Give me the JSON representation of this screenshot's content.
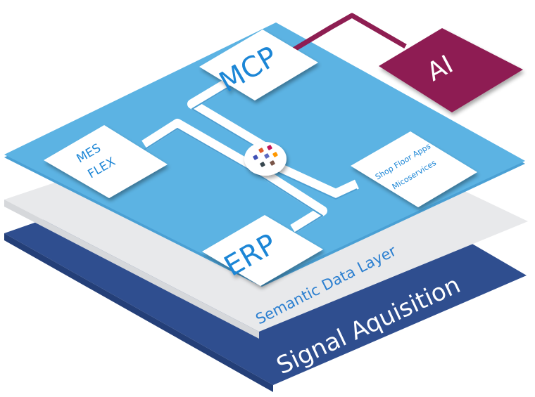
{
  "layers": {
    "signal": {
      "label": "Signal Aquisition",
      "color": "#2f4e8f"
    },
    "semantic": {
      "label": "Semantic Data Layer",
      "color": "#e8e9eb"
    },
    "apps": {
      "color": "#5cb3e3"
    }
  },
  "nodes": {
    "mcp": {
      "label": "MCP"
    },
    "mes": {
      "line1": "MES",
      "line2": "FLEX"
    },
    "erp": {
      "label": "ERP"
    },
    "shopfloor": {
      "line1": "Shop Floor Apps",
      "line2": "Micoservices"
    },
    "ai": {
      "label": "AI",
      "color": "#8e1e52"
    }
  },
  "colors": {
    "node_text": "#1c86d6",
    "pipe": "#ffffff",
    "hub_dots": [
      "#e05a2b",
      "#c2185b",
      "#3f51b5",
      "#5c6bc0",
      "#ff9800",
      "#37474f",
      "#795548"
    ]
  }
}
